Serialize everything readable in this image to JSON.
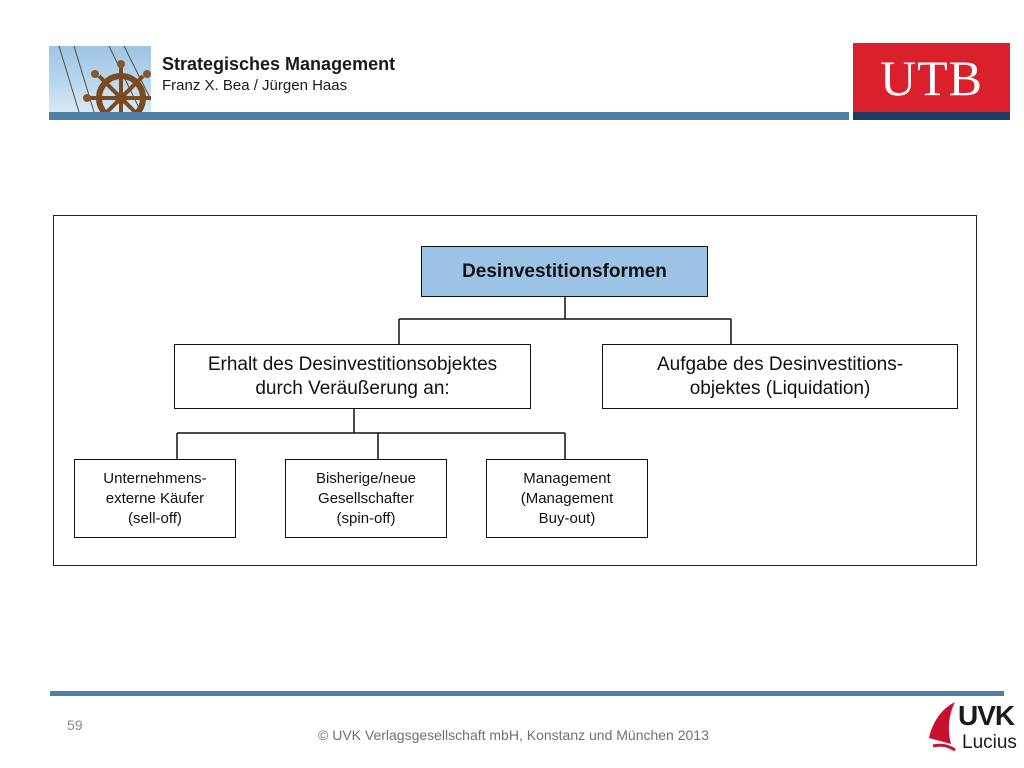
{
  "header": {
    "title": "Strategisches Management",
    "subtitle": "Franz X. Bea / Jürgen Haas",
    "logo_text": "UTB"
  },
  "diagram": {
    "root": "Desinvestitionsformen",
    "level1": [
      "Erhalt des Desinvestitionsobjektes\ndurch Veräußerung an:",
      "Aufgabe des Desinvestitions-\nobjektes (Liquidation)"
    ],
    "level2": [
      "Unternehmens-\nexterne Käufer\n(sell-off)",
      "Bisherige/neue\nGesellschafter\n(spin-off)",
      "Management\n(Management\nBuy-out)"
    ]
  },
  "footer": {
    "page_number": "59",
    "copyright": "© UVK Verlagsgesellschaft mbH, Konstanz und München 2013",
    "publisher_logo_main": "UVK",
    "publisher_logo_sub": "Lucius"
  },
  "colors": {
    "accent_bar": "#4f7fa4",
    "root_box_fill": "#9cc3e5",
    "utb_red": "#d9202c",
    "utb_navy": "#1f3b66",
    "uvk_red": "#c8102e"
  }
}
